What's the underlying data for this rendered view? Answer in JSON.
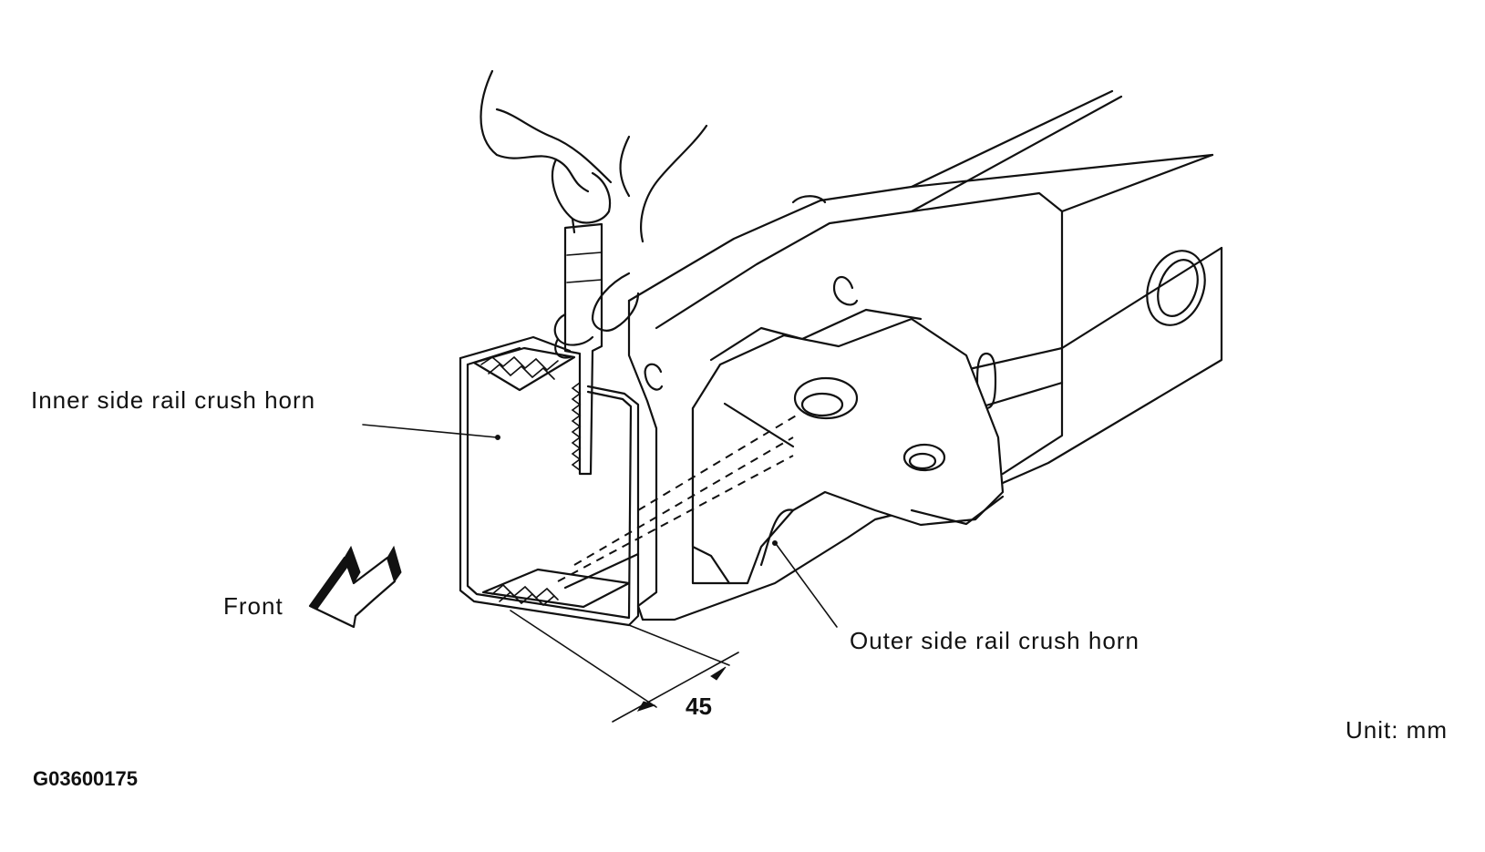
{
  "labels": {
    "inner_horn": "Inner side rail crush horn",
    "outer_horn": "Outer side rail crush horn",
    "front": "Front",
    "dimension": "45",
    "unit": "Unit: mm",
    "figure_code": "G03600175"
  },
  "icons": [
    "front-direction-arrow-icon",
    "saw-blade-icon",
    "hand-icon"
  ]
}
